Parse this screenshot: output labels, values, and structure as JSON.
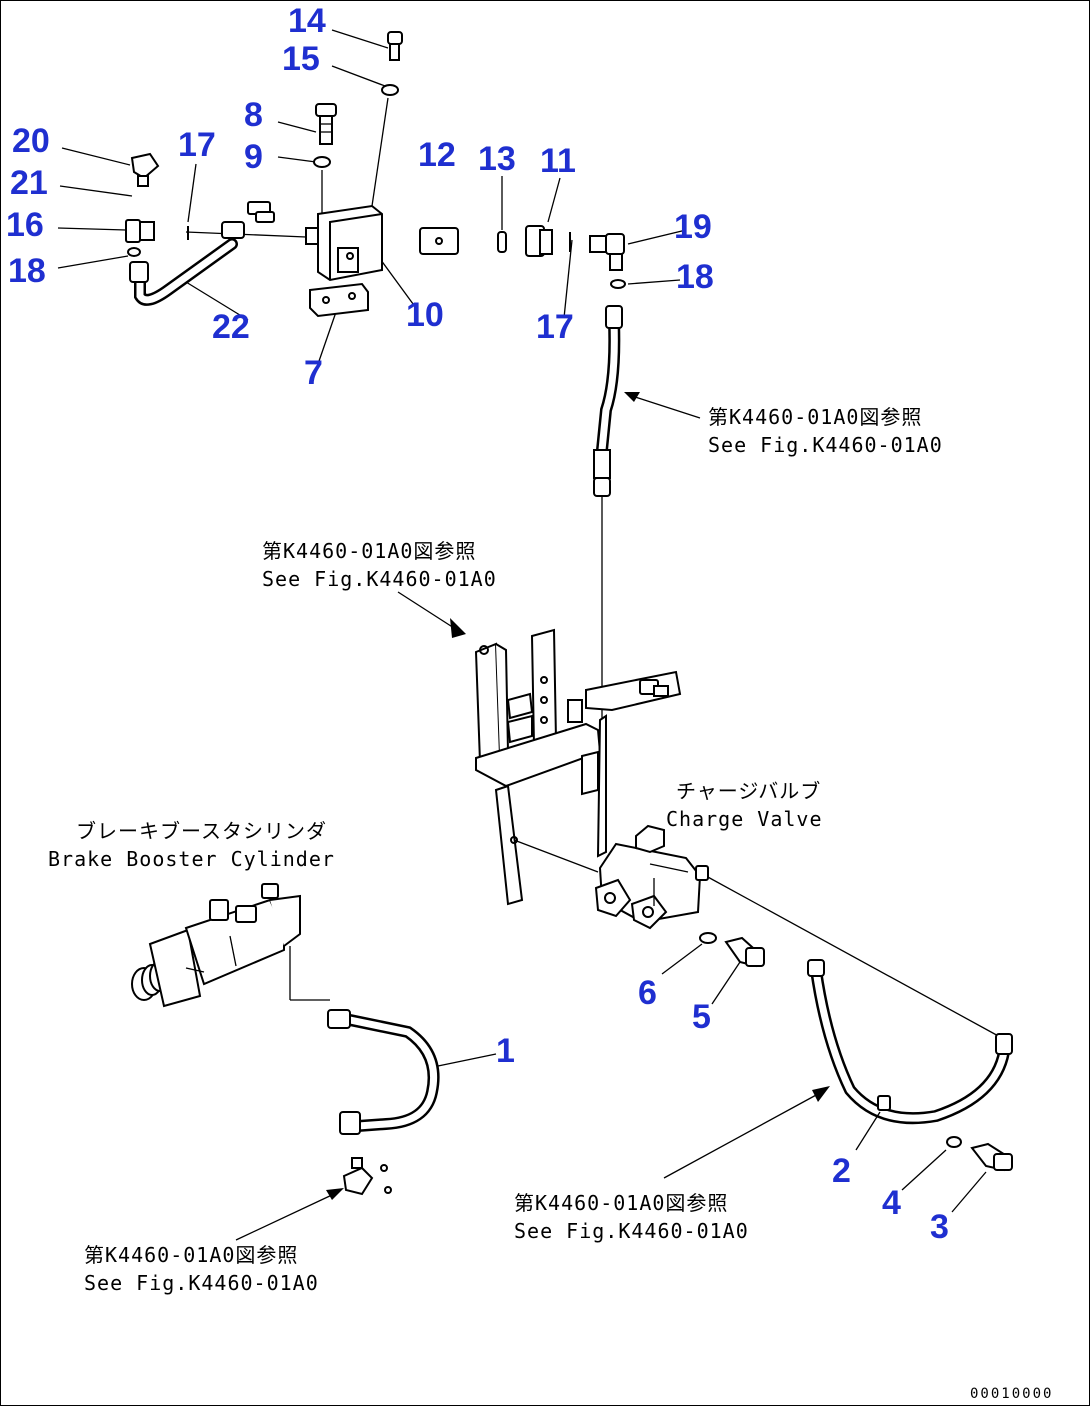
{
  "callouts": {
    "c1": "1",
    "c2": "2",
    "c3": "3",
    "c4": "4",
    "c5": "5",
    "c6": "6",
    "c7": "7",
    "c8": "8",
    "c9": "9",
    "c10": "10",
    "c11": "11",
    "c12": "12",
    "c13": "13",
    "c14": "14",
    "c15": "15",
    "c16": "16",
    "c17a": "17",
    "c17b": "17",
    "c18a": "18",
    "c18b": "18",
    "c19": "19",
    "c20": "20",
    "c21": "21",
    "c22": "22"
  },
  "references": {
    "ref_top_jp": "第K4460-01A0図参照",
    "ref_top_en": "See Fig.K4460-01A0",
    "ref_mid_jp": "第K4460-01A0図参照",
    "ref_mid_en": "See Fig.K4460-01A0",
    "ref_br_jp": "第K4460-01A0図参照",
    "ref_br_en": "See Fig.K4460-01A0",
    "ref_bl_jp": "第K4460-01A0図参照",
    "ref_bl_en": "See Fig.K4460-01A0"
  },
  "components": {
    "charge_valve_jp": "チャージバルブ",
    "charge_valve_en": "Charge Valve",
    "booster_jp": "ブレーキブースタシリンダ",
    "booster_en": "Brake Booster Cylinder"
  },
  "drawing_number": "00010000"
}
